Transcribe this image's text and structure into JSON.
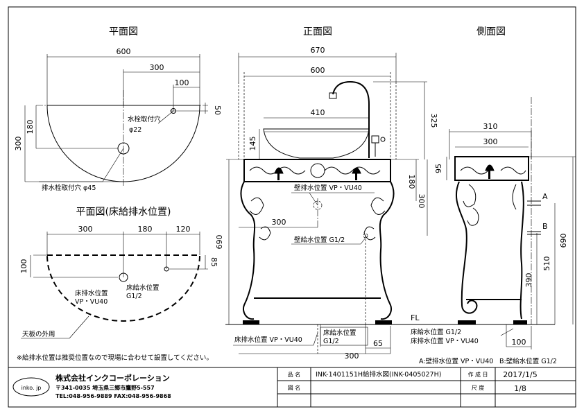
{
  "views": {
    "plan": "平面図",
    "front": "正面図",
    "side": "側面図",
    "plan_drain": "平面図(床給排水位置)"
  },
  "plan": {
    "dim_total": "600",
    "dim_300": "300",
    "dim_100": "100",
    "dim_50": "50",
    "dim_180": "180",
    "dim_300v": "300",
    "faucet_hole": "水栓取付穴",
    "faucet_dia": "φ22",
    "drain_hole": "排水栓取付穴 φ45"
  },
  "drain_plan": {
    "dim_300": "300",
    "dim_180": "180",
    "dim_120": "120",
    "dim_100": "100",
    "dim_85": "85",
    "floor_drain": "床排水位置",
    "floor_drain_spec": "VP・VU40",
    "floor_supply": "床給水位置",
    "floor_supply_spec": "G1/2",
    "outline": "天板の外周"
  },
  "front": {
    "dim_670": "670",
    "dim_600": "600",
    "dim_410": "410",
    "dim_325": "325",
    "dim_145": "145",
    "dim_180": "180",
    "dim_300": "300",
    "dim_690": "690",
    "dim_300h": "300",
    "dim_300b": "300",
    "dim_65": "65",
    "wall_drain": "壁排水位置 VP・VU40",
    "wall_supply": "壁給水位置 G1/2",
    "floor_drain": "床排水位置 VP・VU40",
    "floor_supply": "床給水位置",
    "floor_supply_spec": "G1/2",
    "fl": "FL"
  },
  "side": {
    "dim_310": "310",
    "dim_300": "300",
    "dim_95": "95",
    "dim_690": "690",
    "dim_510": "510",
    "dim_390": "390",
    "dim_100": "100",
    "mark_a": "A",
    "mark_b": "B",
    "floor_supply": "床給水位置 G1/2",
    "floor_drain": "床排水位置 VP・VU40",
    "legend_a": "A:壁排水位置 VP・VU40",
    "legend_b": "B:壁給水位置 G1/2"
  },
  "note": "※給排水位置は推奨位置なので現場に合わせて設置してください。",
  "titleblock": {
    "logo": "inko. jp",
    "company": "株式会社インクコーポレーション",
    "address": "〒341-0035 埼玉県三郷市鷹野5-557",
    "tel": "TEL:048-956-9889 FAX:048-956-9868",
    "label_name": "品 名",
    "product": "INK-1401151H給排水図(INK-0405027H)",
    "label_drawing": "図 名",
    "label_date": "作 成 日",
    "date": "2017/1/5",
    "label_scale": "尺 度",
    "scale": "1/8"
  }
}
